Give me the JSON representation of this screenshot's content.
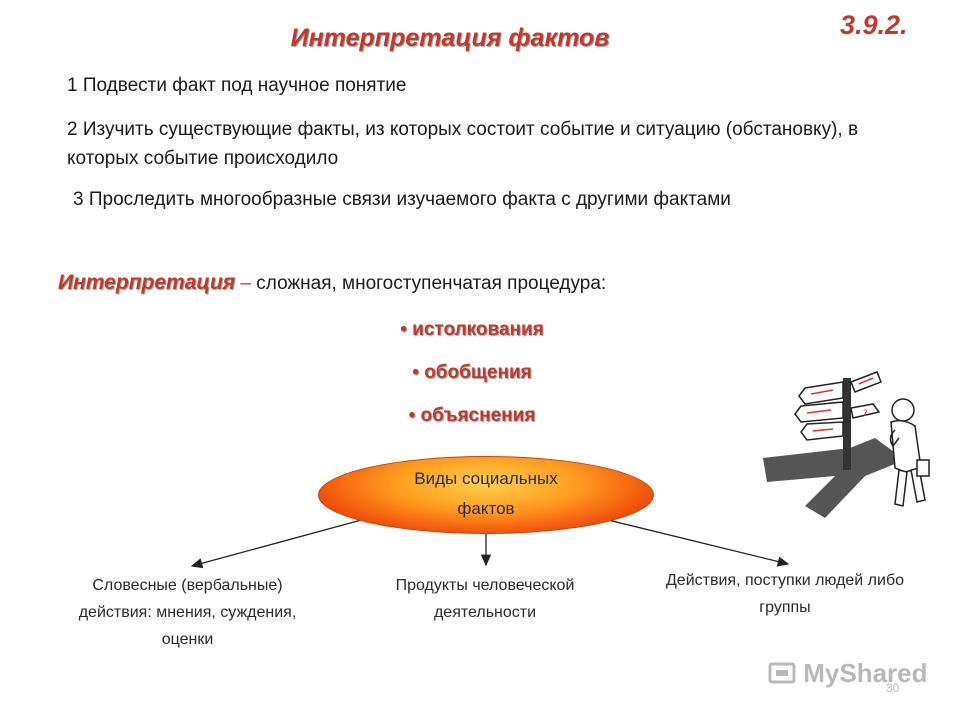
{
  "slide": {
    "title": "Интерпретация фактов",
    "number": "3.9.2."
  },
  "steps": [
    "1 Подвести факт под научное понятие",
    "2 Изучить существующие факты, из которых состоит событие  и ситуацию (обстановку), в которых событие происходило",
    "3 Проследить многообразные связи изучаемого факта с другими фактами"
  ],
  "definition": {
    "term": "Интерпретация",
    "dash": " – ",
    "text": "сложная, многоступенчатая процедура:"
  },
  "stages": [
    "• истолкования",
    "• обобщения",
    "• объяснения"
  ],
  "diagram": {
    "center_line1": "Виды социальных",
    "center_line2": "фактов",
    "branches": [
      "Словесные (вербальные) действия: мнения, суждения, оценки",
      "Продукты человеческой деятельности",
      "Действия, поступки людей либо группы"
    ]
  },
  "watermark": "MyShared",
  "page_number": "30",
  "colors": {
    "accent": "#c0392b",
    "ellipse_center": "#ffd24a",
    "ellipse_edge": "#e0400a"
  }
}
